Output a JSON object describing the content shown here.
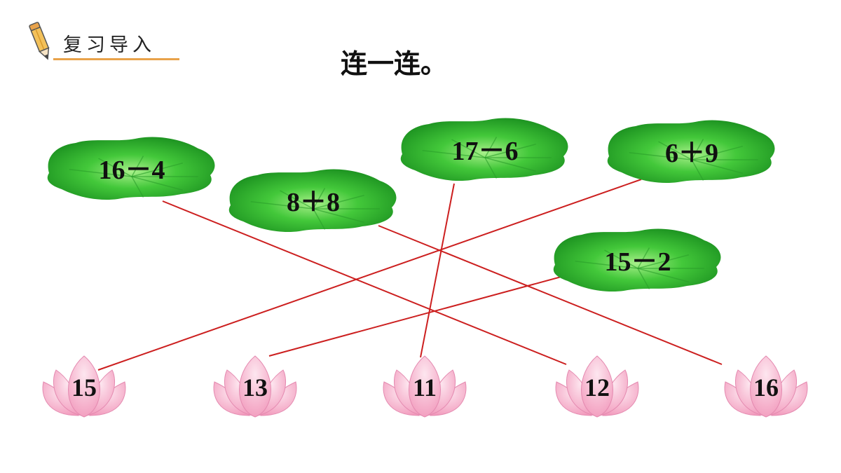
{
  "header": {
    "section_title": "复习导入",
    "icon": "pencil-icon",
    "accent_color": "#e8a24a"
  },
  "page_title": "连一连。",
  "lily_pads": [
    {
      "expression": "16－4"
    },
    {
      "expression": "8＋8"
    },
    {
      "expression": "17－6"
    },
    {
      "expression": "6＋9"
    },
    {
      "expression": "15－2"
    }
  ],
  "lotus_flowers": [
    {
      "value": "15"
    },
    {
      "value": "13"
    },
    {
      "value": "11"
    },
    {
      "value": "12"
    },
    {
      "value": "16"
    }
  ],
  "connections": [
    {
      "from": "16－4",
      "to": "12"
    },
    {
      "from": "8＋8",
      "to": "16"
    },
    {
      "from": "17－6",
      "to": "11"
    },
    {
      "from": "6＋9",
      "to": "15"
    },
    {
      "from": "15－2",
      "to": "13"
    }
  ],
  "colors": {
    "line": "#cc1f1f",
    "leaf": "#3fbf3f",
    "flower": "#f7b7cf"
  }
}
